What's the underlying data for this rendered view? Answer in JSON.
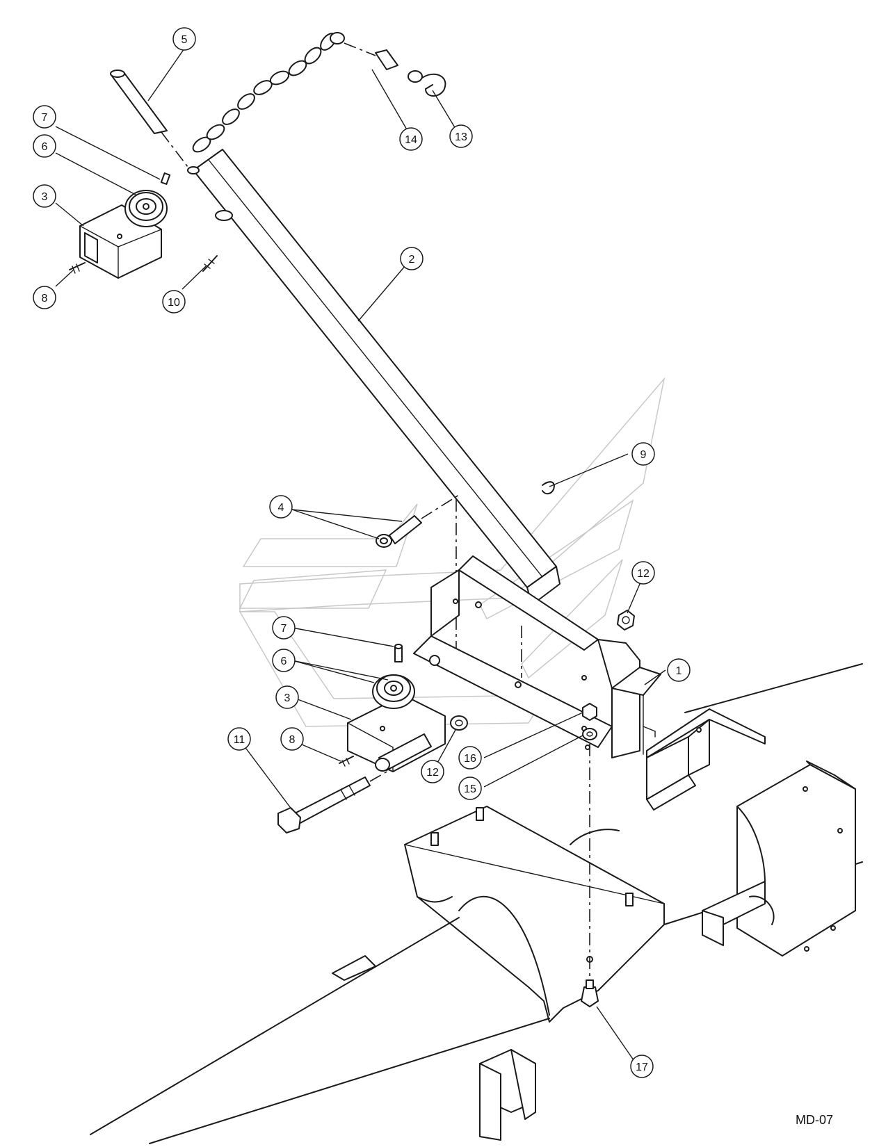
{
  "drawing_code": "MD-07",
  "callouts": [
    {
      "id": "c5",
      "label": "5"
    },
    {
      "id": "c7a",
      "label": "7"
    },
    {
      "id": "c6a",
      "label": "6"
    },
    {
      "id": "c3a",
      "label": "3"
    },
    {
      "id": "c8a",
      "label": "8"
    },
    {
      "id": "c10",
      "label": "10"
    },
    {
      "id": "c14",
      "label": "14"
    },
    {
      "id": "c13",
      "label": "13"
    },
    {
      "id": "c2",
      "label": "2"
    },
    {
      "id": "c9",
      "label": "9"
    },
    {
      "id": "c4",
      "label": "4"
    },
    {
      "id": "c12a",
      "label": "12"
    },
    {
      "id": "c7b",
      "label": "7"
    },
    {
      "id": "c6b",
      "label": "6"
    },
    {
      "id": "c1",
      "label": "1"
    },
    {
      "id": "c3b",
      "label": "3"
    },
    {
      "id": "c11",
      "label": "11"
    },
    {
      "id": "c8b",
      "label": "8"
    },
    {
      "id": "c16",
      "label": "16"
    },
    {
      "id": "c12b",
      "label": "12"
    },
    {
      "id": "c15",
      "label": "15"
    },
    {
      "id": "c17",
      "label": "17"
    }
  ]
}
